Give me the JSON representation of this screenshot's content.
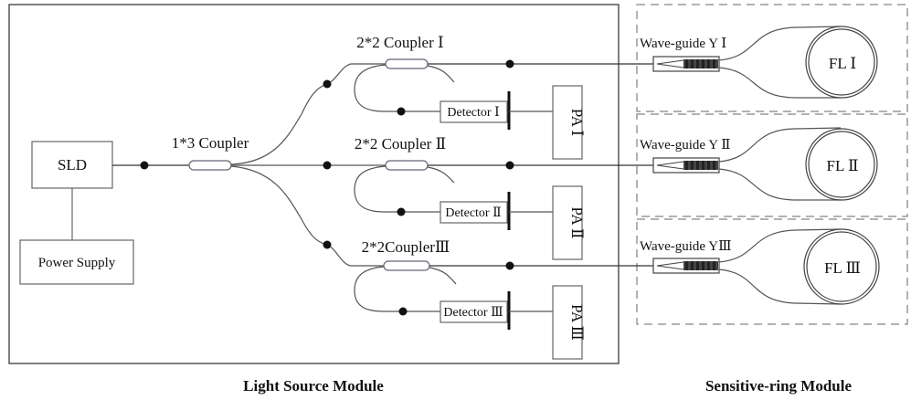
{
  "modules": {
    "light_source": "Light Source Module",
    "sensitive_ring": "Sensitive-ring Module"
  },
  "components": {
    "sld": "SLD",
    "power_supply": "Power Supply",
    "coupler_1x3": "1*3 Coupler"
  },
  "channels": [
    {
      "coupler": "2*2 Coupler Ⅰ",
      "detector": "Detector Ⅰ",
      "pa": "PA Ⅰ",
      "waveguide": "Wave-guide Y Ⅰ",
      "fl": "FL  Ⅰ"
    },
    {
      "coupler": "2*2 Coupler Ⅱ",
      "detector": "Detector Ⅱ",
      "pa": "PA Ⅱ",
      "waveguide": "Wave-guide Y Ⅱ",
      "fl": "FL  Ⅱ"
    },
    {
      "coupler": "2*2CouplerⅢ",
      "detector": "Detector Ⅲ",
      "pa": "PA Ⅲ",
      "waveguide": "Wave-guide YⅢ",
      "fl": "FL Ⅲ"
    }
  ]
}
